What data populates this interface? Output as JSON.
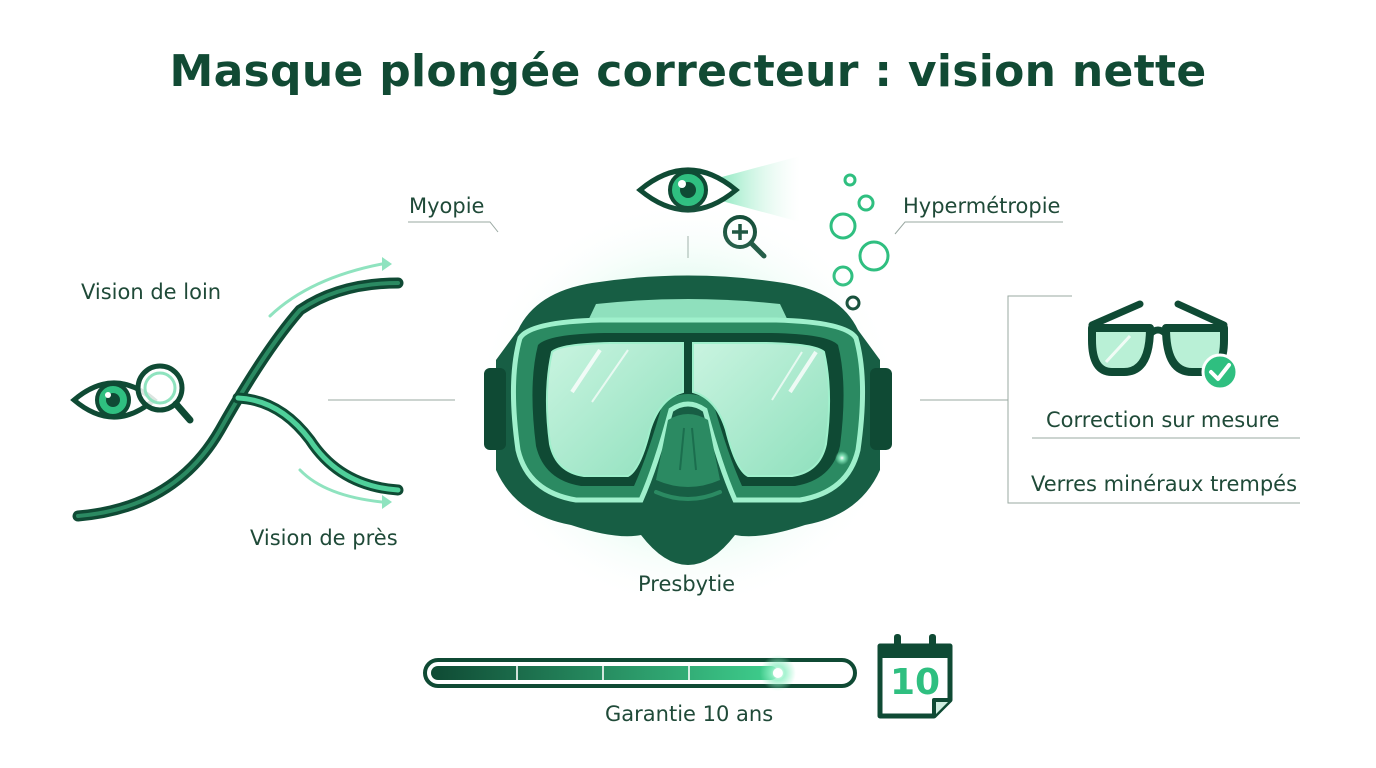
{
  "title": "Masque plongée correcteur : vision nette",
  "labels": {
    "myopie": "Myopie",
    "hypermetropie": "Hypermétropie",
    "presbytie": "Presbytie",
    "vision_loin": "Vision de loin",
    "vision_pres": "Vision de près",
    "correction": "Correction sur mesure",
    "verres": "Verres minéraux trempés",
    "garantie": "Garantie 10 ans"
  },
  "calendar": {
    "number": "10"
  },
  "warranty_bar": {
    "fill_fraction": 0.83
  },
  "icons": [
    "eye-icon",
    "magnifier-plus-icon",
    "bubbles-icon",
    "eye-magnifier-icon",
    "curved-arrows-icon",
    "diving-mask-icon",
    "glasses-check-icon",
    "calendar-icon"
  ],
  "colors": {
    "dark_green": "#0f4a34",
    "accent_green": "#2fbf80",
    "light_green": "#8fe3bf"
  }
}
